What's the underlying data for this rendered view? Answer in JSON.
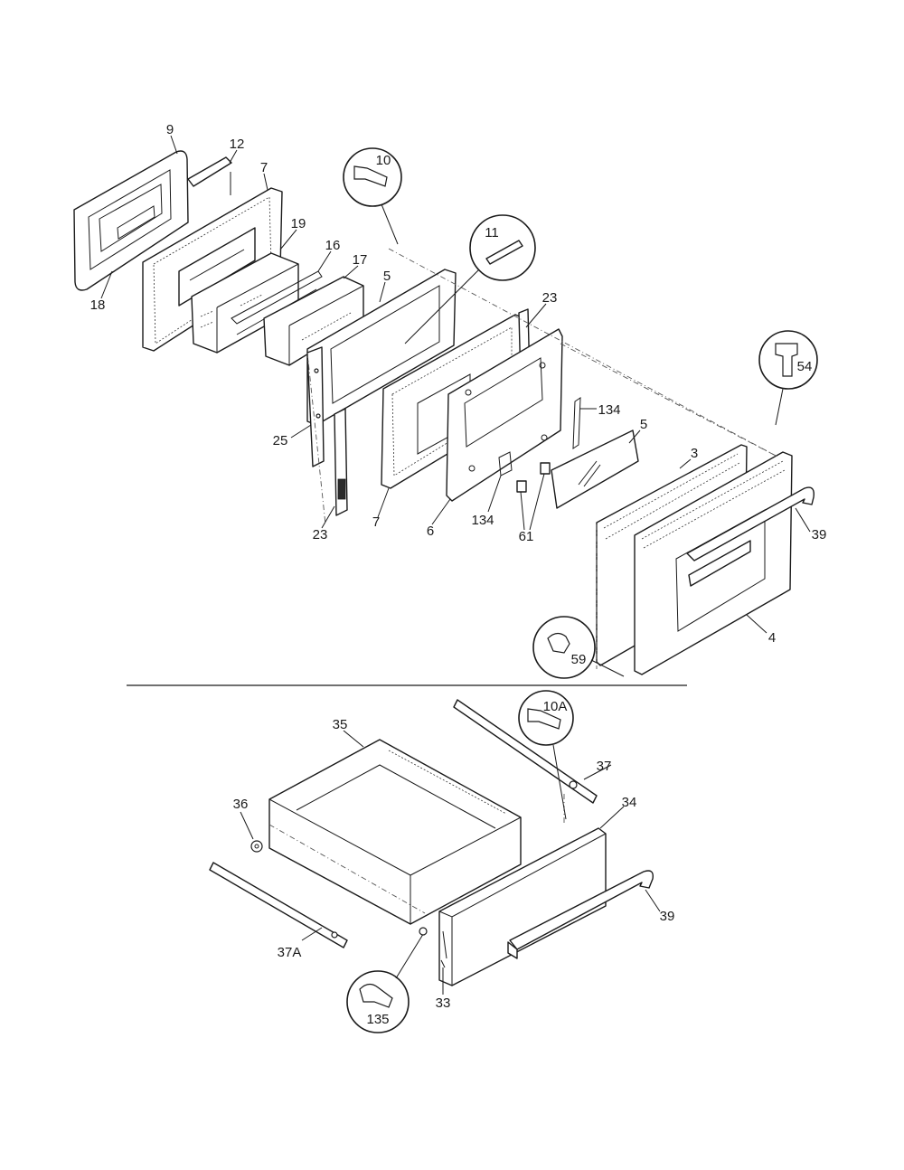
{
  "diagram": {
    "labels": {
      "l9": "9",
      "l12": "12",
      "l7a": "7",
      "l19": "19",
      "l16": "16",
      "l17": "17",
      "l5a": "5",
      "l18": "18",
      "l10": "10",
      "l11": "11",
      "l23a": "23",
      "l54": "54",
      "l134a": "134",
      "l5b": "5",
      "l25": "25",
      "l3": "3",
      "l39a": "39",
      "l23b": "23",
      "l7b": "7",
      "l6": "6",
      "l134b": "134",
      "l61": "61",
      "l4": "4",
      "l59": "59",
      "l10A": "10A",
      "l35": "35",
      "l37": "37",
      "l34": "34",
      "l36": "36",
      "l39b": "39",
      "l37A": "37A",
      "l33": "33",
      "l135": "135"
    }
  }
}
